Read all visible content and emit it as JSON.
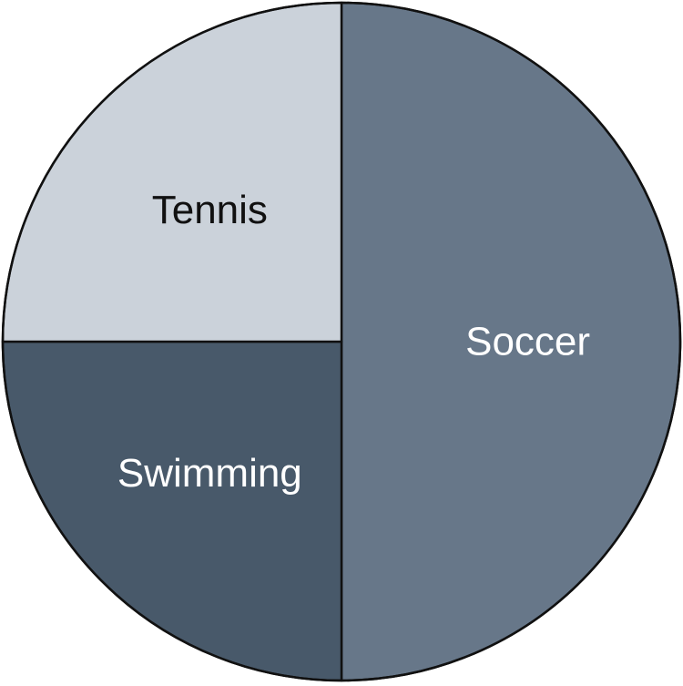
{
  "chart_data": {
    "type": "pie",
    "title": "",
    "slices": [
      {
        "label": "Soccer",
        "value": 50,
        "color": "#677789",
        "label_color": "#ffffff"
      },
      {
        "label": "Swimming",
        "value": 25,
        "color": "#48596a",
        "label_color": "#ffffff"
      },
      {
        "label": "Tennis",
        "value": 25,
        "color": "#cbd2da",
        "label_color": "#111111"
      }
    ],
    "outline_color": "#111111",
    "legend": "none"
  }
}
